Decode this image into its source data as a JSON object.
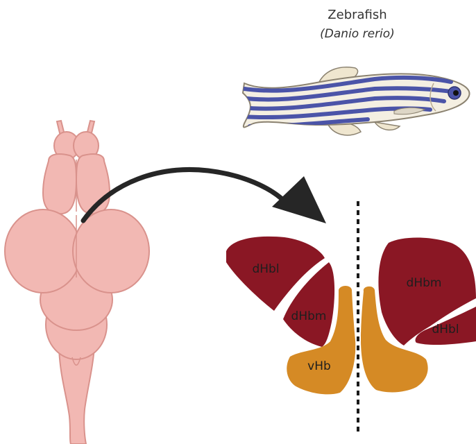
{
  "title": {
    "common_name": "Zebrafish",
    "scientific_name": "(Danio rerio)"
  },
  "regions": {
    "left_dhbl": "dHbl",
    "left_dhbm": "dHbm",
    "left_vhb": "vHb",
    "right_dhbm": "dHbm",
    "right_dhbl": "dHbl"
  },
  "colors": {
    "dorsal_habenula": "#8a1724",
    "ventral_habenula": "#d58a25",
    "brain": "#f2b8b3",
    "brain_outline": "#d9928c",
    "fish_body": "#f4efe2",
    "fish_stripe": "#4b54a8",
    "arrow": "#262626"
  },
  "icons": {
    "fish": "zebrafish-illustration",
    "brain": "fish-brain-dorsal-view",
    "arrow": "curved-arrow-icon"
  }
}
